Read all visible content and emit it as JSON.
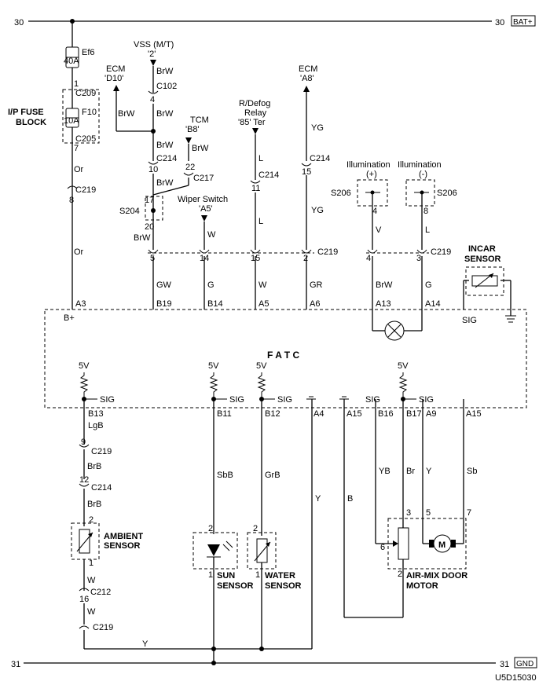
{
  "rail": {
    "left_num": "30",
    "right_num": "30",
    "right_tag": "BAT+",
    "gnd_left": "31",
    "gnd_right": "31",
    "gnd_tag": "GND"
  },
  "diagram_id": "U5D15030",
  "fuse_block": {
    "line1": "I/P FUSE",
    "line2": "BLOCK",
    "ef6_name": "Ef6",
    "ef6_rating": "40A",
    "f10_name": "F10",
    "f10_rating": "10A",
    "c209": "C209",
    "c209_pin": "1",
    "c205": "C205",
    "c205_pin": "7"
  },
  "top_labels": {
    "vss": "VSS (M/T)",
    "vss_pin": "'2'",
    "ecm1": "ECM",
    "ecm1_pin": "'D10'",
    "tcm": "TCM",
    "tcm_pin": "'B8'",
    "rdefog1": "R/Defog",
    "rdefog2": "Relay",
    "rdefog3": "'85' Ter",
    "ecm2": "ECM",
    "ecm2_pin": "'A8'",
    "wiper": "Wiper Switch",
    "wiper_pin": "'A5'",
    "illum_pos": "Illumination",
    "illum_pos_sign": "(+)",
    "illum_neg": "Illumination",
    "illum_neg_sign": "(-)"
  },
  "wires": {
    "brw": "BrW",
    "or": "Or",
    "yg": "YG",
    "l": "L",
    "w": "W",
    "v": "V",
    "gw": "GW",
    "g": "G",
    "gr": "GR",
    "lgb": "LgB",
    "brb": "BrB",
    "sbb": "SbB",
    "grb": "GrB",
    "y": "Y",
    "b": "B",
    "yb": "YB",
    "br": "Br",
    "sb": "Sb"
  },
  "connectors": {
    "c102": "C102",
    "c102_pin": "4",
    "c214": "C214",
    "c214_a": "10",
    "c214_b": "11",
    "c214_c": "15",
    "c214_d": "12",
    "c217": "C217",
    "c217_pin": "22",
    "c219": "C219",
    "c219_pin8": "8",
    "c219_pin9": "9",
    "s204": "S204",
    "s204_top": "17",
    "s204_bot": "20",
    "s206": "S206",
    "s206_a": "4",
    "s206_b": "8",
    "c219_pins": [
      "5",
      "14",
      "15",
      "2",
      "4",
      "3"
    ],
    "c212": "C212",
    "c212_pin": "16"
  },
  "fatc": {
    "title": "F A T C",
    "top_pins": [
      "A3",
      "B19",
      "B14",
      "A5",
      "A6",
      "A13",
      "A14"
    ],
    "bplus": "B+",
    "sig": "SIG",
    "bottom_pins": [
      "B13",
      "B11",
      "B12",
      "A4",
      "A15",
      "B16",
      "B17",
      "A9",
      "A15"
    ],
    "v5": "5V"
  },
  "incar": {
    "line1": "INCAR",
    "line2": "SENSOR"
  },
  "ambient": {
    "line1": "AMBIENT",
    "line2": "SENSOR",
    "pin_top": "2",
    "pin_bot": "1"
  },
  "sun": {
    "line1": "SUN",
    "line2": "SENSOR",
    "pin_top": "2",
    "pin_bot": "1"
  },
  "water": {
    "line1": "WATER",
    "line2": "SENSOR",
    "pin_top": "2",
    "pin_bot": "1"
  },
  "airmix": {
    "line1": "AIR-MIX DOOR",
    "line2": "MOTOR",
    "pin3": "3",
    "pin5": "5",
    "pin7": "7",
    "pin6": "6",
    "pin2": "2",
    "motor": "M"
  }
}
